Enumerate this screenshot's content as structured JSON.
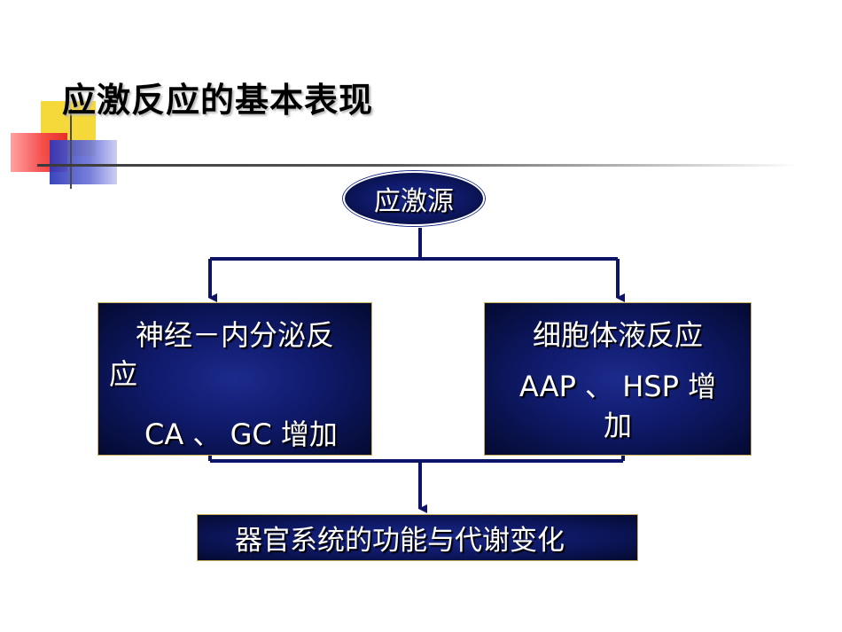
{
  "title": "应激反应的基本表现",
  "nodes": {
    "source": "应激源",
    "left": {
      "line1": "神经－内分泌反",
      "line2": "应",
      "line3": "CA 、 GC 增加"
    },
    "right": {
      "line1": "细胞体液反应",
      "line2": "AAP 、 HSP 增",
      "line3": "加"
    },
    "bottom": "器官系统的功能与代谢变化"
  },
  "colors": {
    "box_fill": "#0f1a6a",
    "connector": "#0b1466",
    "box_border": "#c9b25a",
    "accent_yellow": "#f5d83a",
    "accent_red": "#e62828",
    "accent_blue": "#2a35b8"
  }
}
